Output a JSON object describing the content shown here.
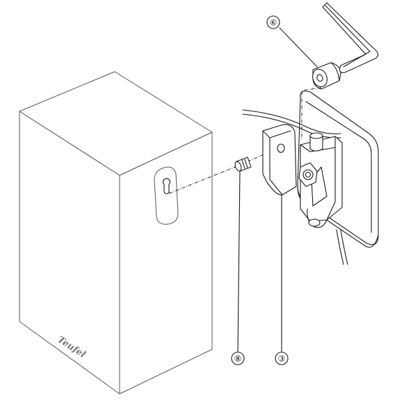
{
  "brand_logo": "Teufel",
  "callouts": {
    "screw": "⑧",
    "bracket": "③",
    "nut": "⑥"
  },
  "colors": {
    "line": "#1a1a1a",
    "speaker_outline": "#555555",
    "logo": "#777777"
  }
}
